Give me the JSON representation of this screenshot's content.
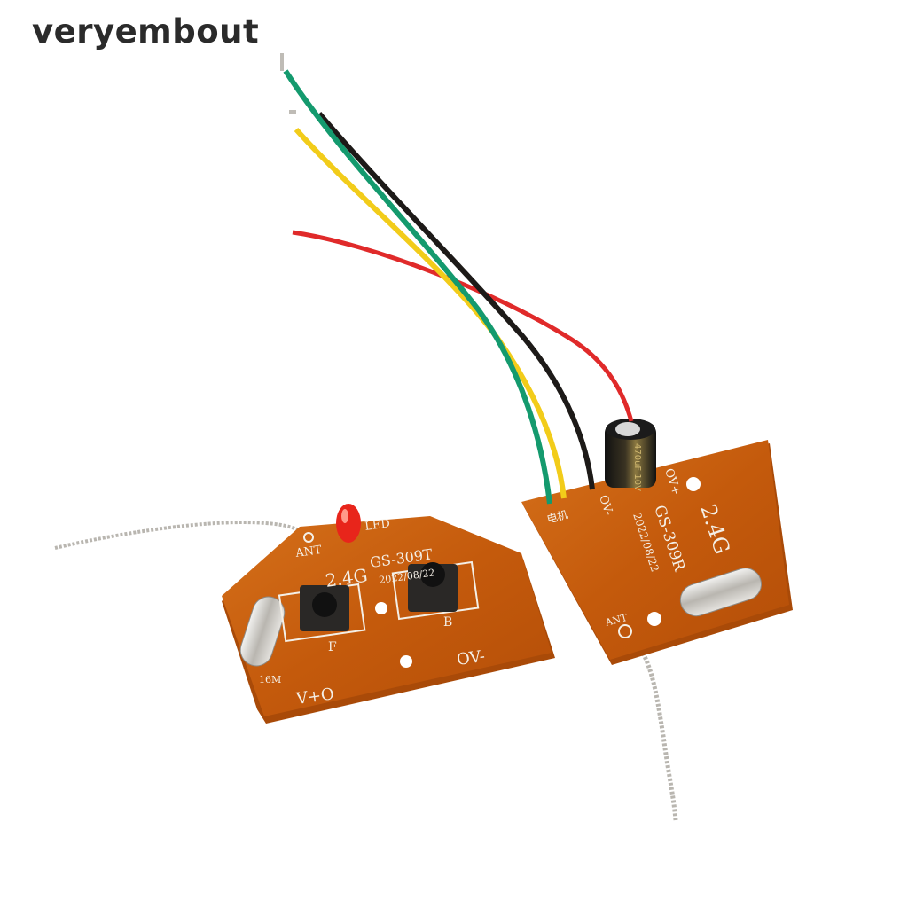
{
  "watermark": "veryembout",
  "transmitter_board": {
    "model": "GS-309T",
    "band": "2.4G",
    "date": "2022/08/22",
    "ant_label": "ANT",
    "led_label": "LED",
    "button_f_label": "F",
    "button_b_label": "B",
    "power_minus_label": "OV-",
    "power_plus_label": "V+O",
    "crystal_label": "16M"
  },
  "receiver_board": {
    "model": "GS-309R",
    "band": "2.4G",
    "date": "2022/08/22",
    "motor_label": "电机",
    "power_minus_label": "OV-",
    "power_plus_label": "OV+",
    "ant_label": "ANT",
    "capacitor_label": "470uF 10V"
  },
  "colors": {
    "pcb": "#c8620f",
    "wire_green": "#149a6e",
    "wire_yellow": "#f2cc1a",
    "wire_black": "#1d1a18",
    "wire_red": "#e02a2a"
  }
}
